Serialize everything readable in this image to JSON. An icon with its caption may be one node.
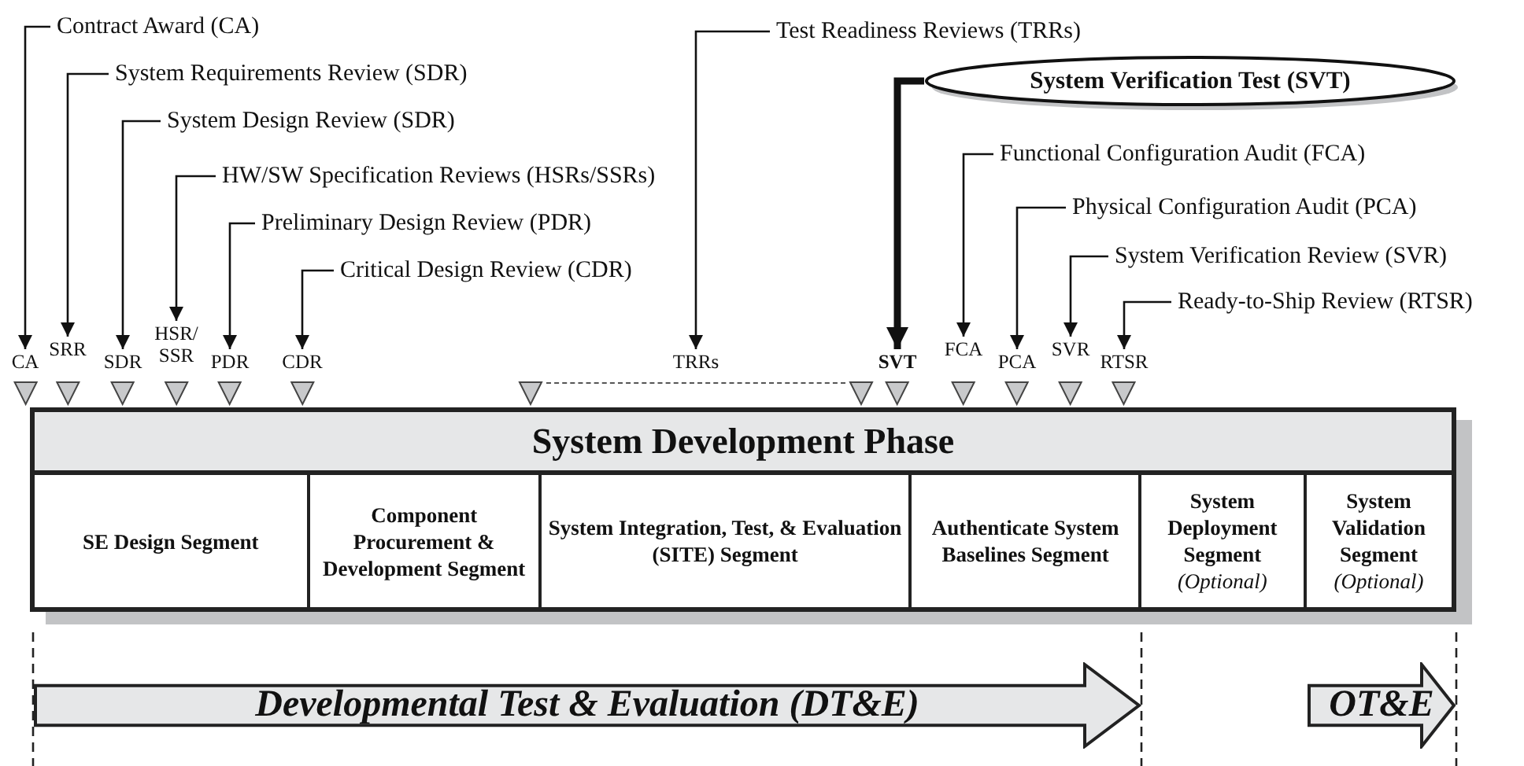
{
  "diagram": {
    "nodes": [
      {
        "text": [
          "Contract Award (CA)"
        ]
      },
      {
        "text": [
          "System Requirements Review (SDR)"
        ]
      },
      {
        "text": [
          "System Design Review (SDR)"
        ]
      },
      {
        "text": [
          "HW/SW Specification Reviews (HSRs/SSRs)"
        ]
      },
      {
        "text": [
          "Preliminary Design Review (PDR)"
        ]
      },
      {
        "text": [
          "Critical Design Review (CDR)"
        ]
      },
      {
        "text": [
          "Test Readiness Reviews (TRRs)"
        ]
      },
      {
        "text": [
          "System Verification Test (SVT)"
        ]
      },
      {
        "text": [
          "Functional Configuration Audit (FCA)"
        ]
      },
      {
        "text": [
          "Physical Configuration Audit (PCA)"
        ]
      },
      {
        "text": [
          "System Verification Review (SVR)"
        ]
      },
      {
        "text": [
          "Ready-to-Ship Review (RTSR)"
        ]
      },
      {
        "text": [
          "CA"
        ]
      },
      {
        "text": [
          "SRR"
        ]
      },
      {
        "text": [
          "SDR"
        ]
      },
      {
        "text": [
          "HSR/ SSR"
        ]
      },
      {
        "text": [
          "PDR"
        ]
      },
      {
        "text": [
          "CDR"
        ]
      },
      {
        "text": [
          "TRRs"
        ]
      },
      {
        "text": [
          "SVT"
        ]
      },
      {
        "text": [
          "FCA"
        ]
      },
      {
        "text": [
          "PCA"
        ]
      },
      {
        "text": [
          "SVR"
        ]
      },
      {
        "text": [
          "RTSR"
        ]
      },
      {
        "text": [
          "System Development Phase"
        ]
      },
      {
        "text": [
          "SE Design Segment"
        ],
        "in": 24
      },
      {
        "text": [
          "Component Procurement & Development Segment"
        ],
        "in": 24
      },
      {
        "text": [
          "System Integration, Test, & Evaluation (SITE) Segment"
        ],
        "in": 24
      },
      {
        "text": [
          "Authenticate System Baselines Segment"
        ],
        "in": 24
      },
      {
        "text": [
          "System Deployment Segment",
          "(Optional)"
        ],
        "in": 24
      },
      {
        "text": [
          "System Validation Segment",
          "(Optional)"
        ],
        "in": 24
      },
      {
        "text": [
          "Developmental Test & Evaluation (DT&E)"
        ]
      },
      {
        "text": [
          "OT&E"
        ]
      }
    ],
    "edges": [
      {
        "from": 0,
        "to": 12,
        "arrow": "to"
      },
      {
        "from": 1,
        "to": 13,
        "arrow": "to"
      },
      {
        "from": 2,
        "to": 14,
        "arrow": "to"
      },
      {
        "from": 3,
        "to": 15,
        "arrow": "to"
      },
      {
        "from": 4,
        "to": 16,
        "arrow": "to"
      },
      {
        "from": 5,
        "to": 17,
        "arrow": "to"
      },
      {
        "from": 6,
        "to": 18,
        "arrow": "to"
      },
      {
        "from": 7,
        "to": 19,
        "arrow": "to",
        "style": "thick"
      },
      {
        "from": 8,
        "to": 20,
        "arrow": "to"
      },
      {
        "from": 9,
        "to": 21,
        "arrow": "to"
      },
      {
        "from": 10,
        "to": 22,
        "arrow": "to"
      },
      {
        "from": 11,
        "to": 23,
        "arrow": "to"
      }
    ]
  }
}
